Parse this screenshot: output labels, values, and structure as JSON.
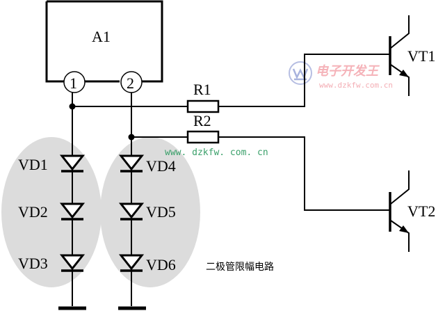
{
  "diagram": {
    "title": "二极管限幅电路",
    "module": {
      "label": "A1",
      "pins": [
        "1",
        "2"
      ]
    },
    "resistors": [
      {
        "label": "R1"
      },
      {
        "label": "R2"
      }
    ],
    "transistors": [
      {
        "label": "VT1"
      },
      {
        "label": "VT2"
      }
    ],
    "diodes_left": [
      {
        "label": "VD1"
      },
      {
        "label": "VD2"
      },
      {
        "label": "VD3"
      }
    ],
    "diodes_right": [
      {
        "label": "VD4"
      },
      {
        "label": "VD5"
      },
      {
        "label": "VD6"
      }
    ],
    "colors": {
      "line": "#000000",
      "highlight_ellipse": "#dcdcdc",
      "watermark_green": "#3aa06a",
      "watermark_red": "#f4a6ad",
      "watermark_logo": "#9aa6d8"
    }
  },
  "watermark": {
    "logo_text": "电子开发王",
    "url_top": "www.dzkfw.com.cn",
    "url_mid": "www. dzkfw. com. cn"
  }
}
